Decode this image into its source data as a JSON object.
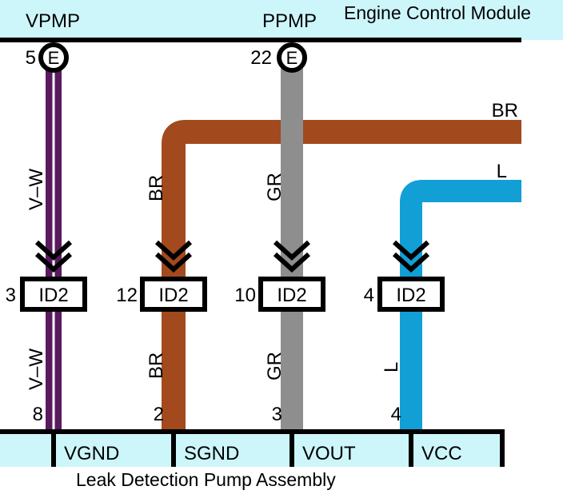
{
  "ecm": {
    "title": "Engine Control Module",
    "terminals": [
      {
        "name": "VPMP",
        "pin": "5",
        "marker": "E"
      },
      {
        "name": "PPMP",
        "pin": "22",
        "marker": "E"
      }
    ],
    "off_page": [
      {
        "color": "BR"
      },
      {
        "color": "L"
      }
    ]
  },
  "connectors": {
    "label": "ID2",
    "items": [
      {
        "pin": "3"
      },
      {
        "pin": "12"
      },
      {
        "pin": "10"
      },
      {
        "pin": "4"
      }
    ]
  },
  "wires": [
    {
      "color_code": "V–W",
      "colors": [
        "#5a1a5e",
        "#ffffff"
      ]
    },
    {
      "color_code": "BR",
      "colors": [
        "#a24a1e"
      ]
    },
    {
      "color_code": "GR",
      "colors": [
        "#8e8e8e"
      ]
    },
    {
      "color_code": "L",
      "colors": [
        "#129fd6"
      ]
    }
  ],
  "pump": {
    "title": "Leak Detection Pump Assembly",
    "pins": [
      {
        "pin": "8",
        "signal": "VGND"
      },
      {
        "pin": "2",
        "signal": "SGND"
      },
      {
        "pin": "3",
        "signal": "VOUT"
      },
      {
        "pin": "4",
        "signal": "VCC"
      }
    ]
  },
  "colors": {
    "module_fill": "#cdf6fb",
    "outline": "#000000"
  }
}
